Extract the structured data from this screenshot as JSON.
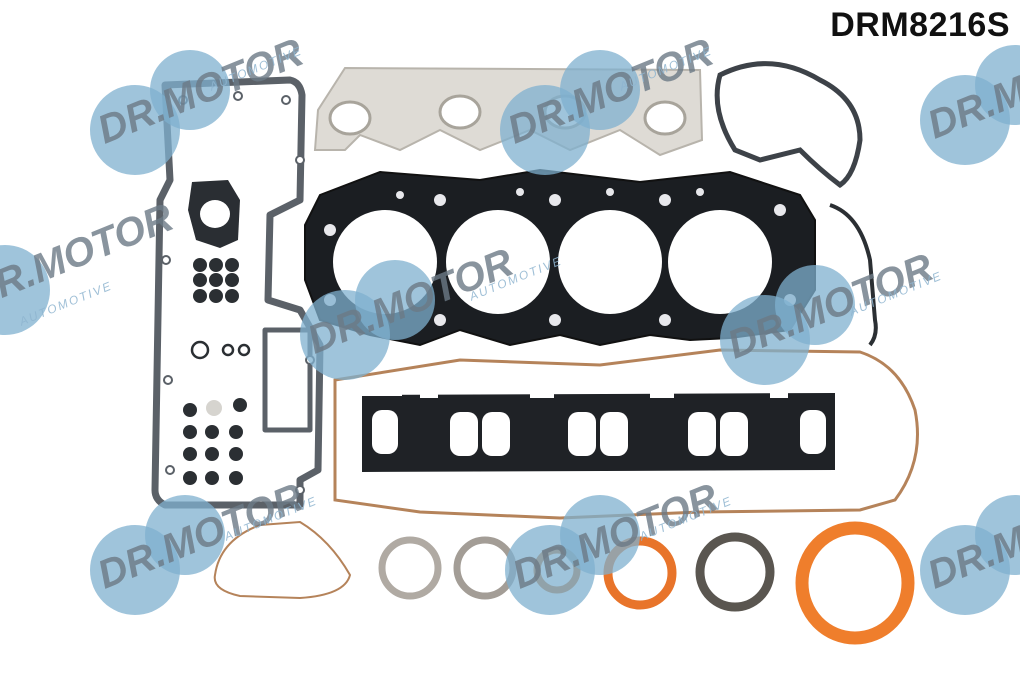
{
  "image": {
    "description": "Engine gasket set product photo on white background with brand watermarks",
    "part_number": "DRM8216S",
    "watermark": {
      "brand": "DR.MOTOR",
      "sub": "AUTOMOTIVE",
      "circle_color": "#7fb0cf",
      "text_color": "#6c7a86"
    },
    "colors": {
      "background": "#ffffff",
      "gasket_black": "#1b1e22",
      "gasket_grey": "#5b6168",
      "steel": "#d9d7d2",
      "seal_orange": "#e8742a",
      "cork_brown": "#b5835a"
    },
    "parts": [
      "cylinder-head-gasket",
      "exhaust-manifold-gasket",
      "water-pump-gasket",
      "timing-cover-gasket",
      "intake-manifold-gasket",
      "valve-cover-gasket",
      "valve-stem-seals",
      "o-rings",
      "crankshaft-seals"
    ]
  }
}
